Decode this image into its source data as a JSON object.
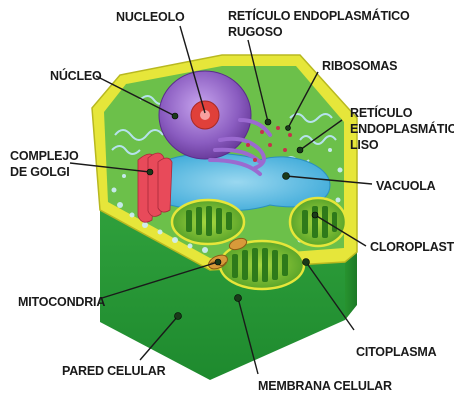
{
  "labels": {
    "nucleolo": "NUCLEOLO",
    "reticulo_rugoso_1": "RETÍCULO ENDOPLASMÁTICO",
    "reticulo_rugoso_2": "RUGOSO",
    "nucleo": "NÚCLEO",
    "ribosomas": "RIBOSOMAS",
    "reticulo_liso_1": "RETÍCULO",
    "reticulo_liso_2": "ENDOPLASMÁTICO",
    "reticulo_liso_3": "LISO",
    "golgi_1": "COMPLEJO",
    "golgi_2": "DE GOLGI",
    "vacuola": "VACUOLA",
    "cloroplasto": "CLOROPLASTO",
    "mitocondria": "MITOCONDRIA",
    "citoplasma": "CITOPLASMA",
    "pared_celular": "PARED CELULAR",
    "membrana_celular": "MEMBRANA CELULAR"
  },
  "colors": {
    "wall_green": "#2e9a3a",
    "wall_dark": "#1f7a2c",
    "membrane_yellow": "#e6e63a",
    "cytoplasm_green": "#6cc04a",
    "nucleus_purple": "#8a5cc0",
    "nucleolus_red": "#e0403a",
    "vacuole_blue": "#3aa8d8",
    "golgi_red": "#e84a5a",
    "chloroplast_green": "#4aa830"
  }
}
